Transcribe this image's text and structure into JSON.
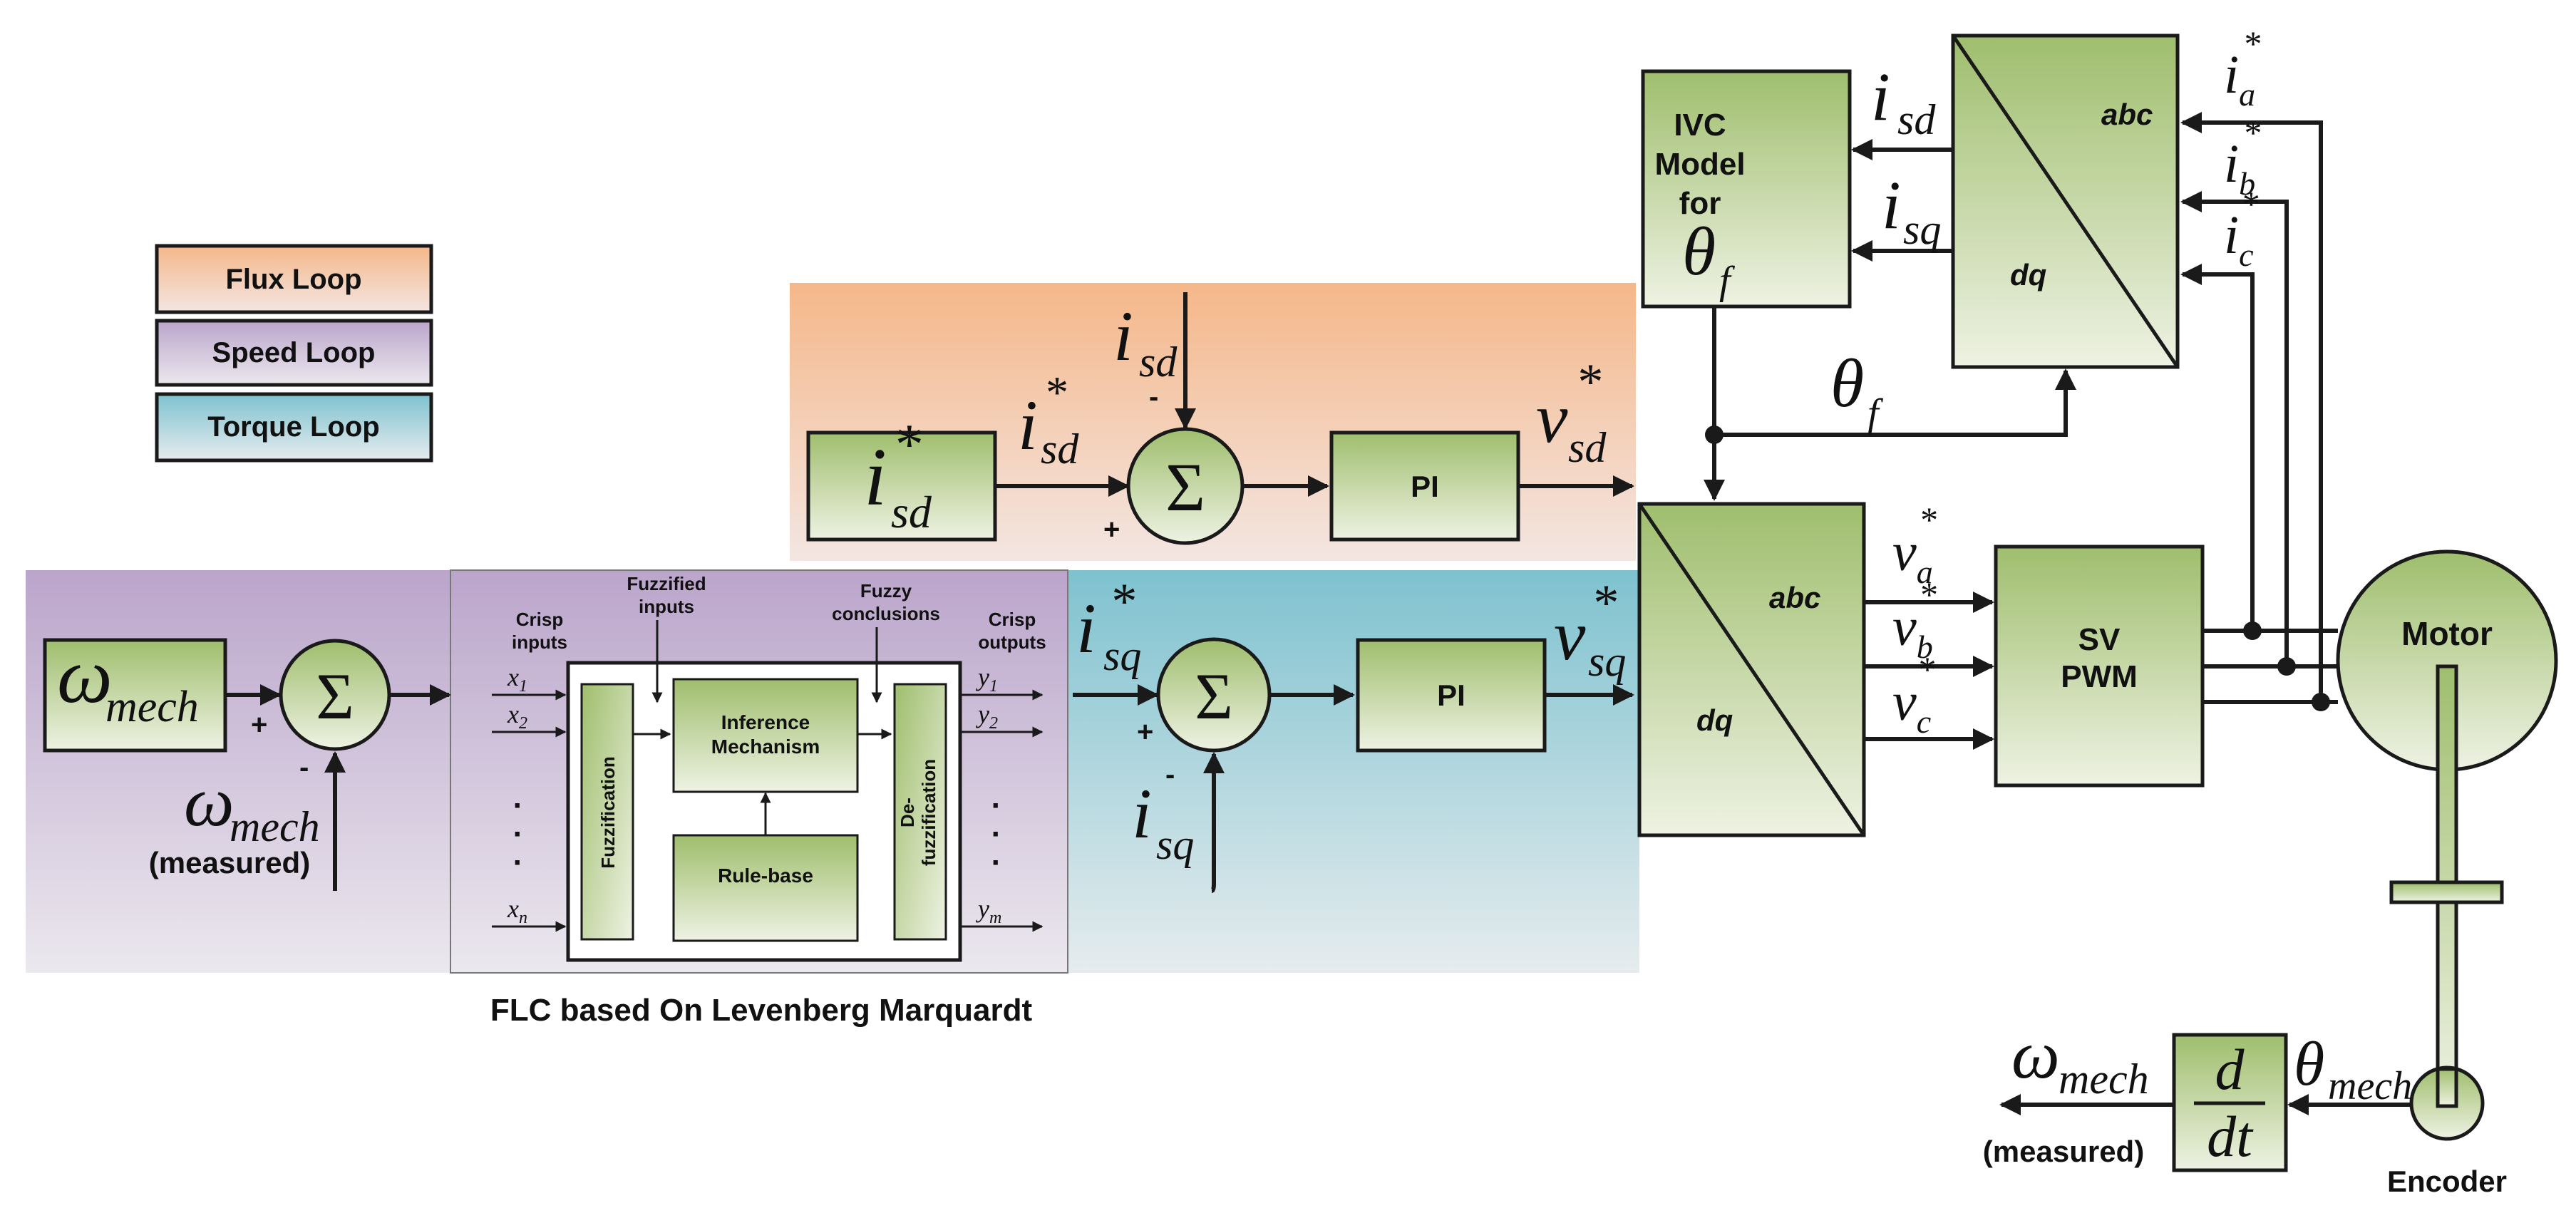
{
  "legend": {
    "flux": "Flux Loop",
    "speed": "Speed Loop",
    "torque": "Torque Loop"
  },
  "flc": {
    "caption": "FLC based On Levenberg Marquardt",
    "crisp_inputs": [
      "Crisp",
      "inputs"
    ],
    "fuzzified_inputs": [
      "Fuzzified",
      "inputs"
    ],
    "fuzzy_conclusions": [
      "Fuzzy",
      "conclusions"
    ],
    "crisp_outputs": [
      "Crisp",
      "outputs"
    ],
    "fuzzification": "Fuzzification",
    "defuzzification": [
      "De-",
      "fuzzification"
    ],
    "inference": [
      "Inference",
      "Mechanism"
    ],
    "rule_base": "Rule-base",
    "inputs": [
      {
        "base": "x",
        "sub": "1"
      },
      {
        "base": "x",
        "sub": "2"
      },
      {
        "base": "x",
        "sub": "n"
      }
    ],
    "outputs": [
      {
        "base": "y",
        "sub": "1"
      },
      {
        "base": "y",
        "sub": "2"
      },
      {
        "base": "y",
        "sub": "m"
      }
    ],
    "dots": "·"
  },
  "speed": {
    "omega": "ω",
    "mech": "mech",
    "measured": "(measured)",
    "plus": "+",
    "minus": "-"
  },
  "flux": {
    "i": "i",
    "sd": "sd",
    "v": "v",
    "star": "*",
    "pi": "PI",
    "plus": "+",
    "minus": "-"
  },
  "torque": {
    "i": "i",
    "sq": "sq",
    "v": "v",
    "star": "*",
    "pi": "PI",
    "plus": "+",
    "minus": "-"
  },
  "sigma": "Σ",
  "ivc": {
    "lines": [
      "IVC",
      "Model",
      "for"
    ],
    "theta": "θ",
    "f": "f"
  },
  "transform_top": {
    "abc": "abc",
    "dq": "dq"
  },
  "transform_mid": {
    "abc": "abc",
    "dq": "dq"
  },
  "feedback": {
    "i": "i",
    "sd": "sd",
    "sq": "sq",
    "theta": "θ",
    "f": "f"
  },
  "ref_currents": [
    {
      "base": "i",
      "sub": "a",
      "sup": "*"
    },
    {
      "base": "i",
      "sub": "b",
      "sup": "*"
    },
    {
      "base": "i",
      "sub": "c",
      "sup": "*"
    }
  ],
  "ref_voltages": [
    {
      "base": "v",
      "sub": "a",
      "sup": "*"
    },
    {
      "base": "v",
      "sub": "b",
      "sup": "*"
    },
    {
      "base": "v",
      "sub": "c",
      "sup": "*"
    }
  ],
  "svpwm": [
    "SV",
    "PWM"
  ],
  "motor": "Motor",
  "encoder": "Encoder",
  "derivative": {
    "d": "d",
    "dt": "dt"
  },
  "theta_mech": {
    "theta": "θ",
    "mech": "mech"
  },
  "omega_out": {
    "omega": "ω",
    "mech": "mech",
    "measured": "(measured)"
  },
  "colors": {
    "flux_top": "#f5b789",
    "flux_bottom": "#f3e6e2",
    "speed_top": "#bba5cb",
    "speed_bottom": "#e7e3ea",
    "torque_top": "#7ec2cf",
    "torque_bottom": "#e4ebec",
    "block_top": "#9fbe6d",
    "block_bottom": "#eef2e3",
    "flc_inner": "#c9b8d6"
  }
}
